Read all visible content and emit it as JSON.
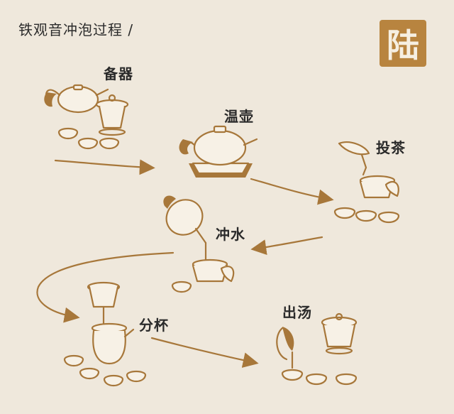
{
  "title": "铁观音冲泡过程 /",
  "badge": "陆",
  "steps": {
    "s1": "备器",
    "s2": "温壶",
    "s3": "投茶",
    "s4": "冲水",
    "s5": "分杯",
    "s6": "出汤"
  },
  "colors": {
    "background": "#efe8dc",
    "accent": "#a7773a",
    "badge": "#b8843f"
  }
}
